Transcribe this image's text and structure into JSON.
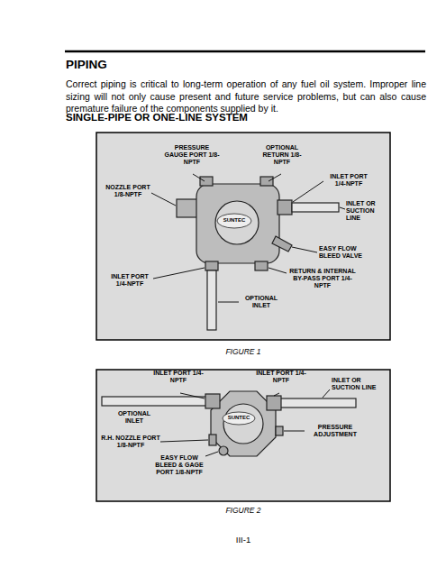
{
  "diagram": {
    "title": "PIPING",
    "labels": [
      "Correct piping is critical to long-term operation of any fuel oil system. Improper line sizing will not only cause present and future service problems, but can also cause premature failure of the components supplied by it.",
      "SINGLE-PIPE OR ONE-LINE SYSTEM",
      "PRESSURE GAUGE PORT 1/8-NPTF",
      "OPTIONAL RETURN 1/8-NPTF",
      "INLET PORT 1/4-NPTF",
      "NOZZLE PORT 1/8-NPTF",
      "INLET OR SUCTION LINE",
      "EASY FLOW BLEED VALVE",
      "INLET PORT 1/4-NPTF",
      "RETURN & INTERNAL BY-PASS PORT 1/4-NPTF",
      "OPTIONAL INLET",
      "SUNTEC",
      "FIGURE 1",
      "INLET PORT 1/4-NPTF",
      "INLET PORT 1/4-NPTF",
      "INLET OR SUCTION LINE",
      "OPTIONAL INLET",
      "SUNTEC",
      "PRESSURE ADJUSTMENT",
      "R.H. NOZZLE PORT 1/8-NPTF",
      "EASY FLOW BLEED & GAGE PORT 1/8-NPTF",
      "FIGURE 2",
      "III-1"
    ]
  }
}
